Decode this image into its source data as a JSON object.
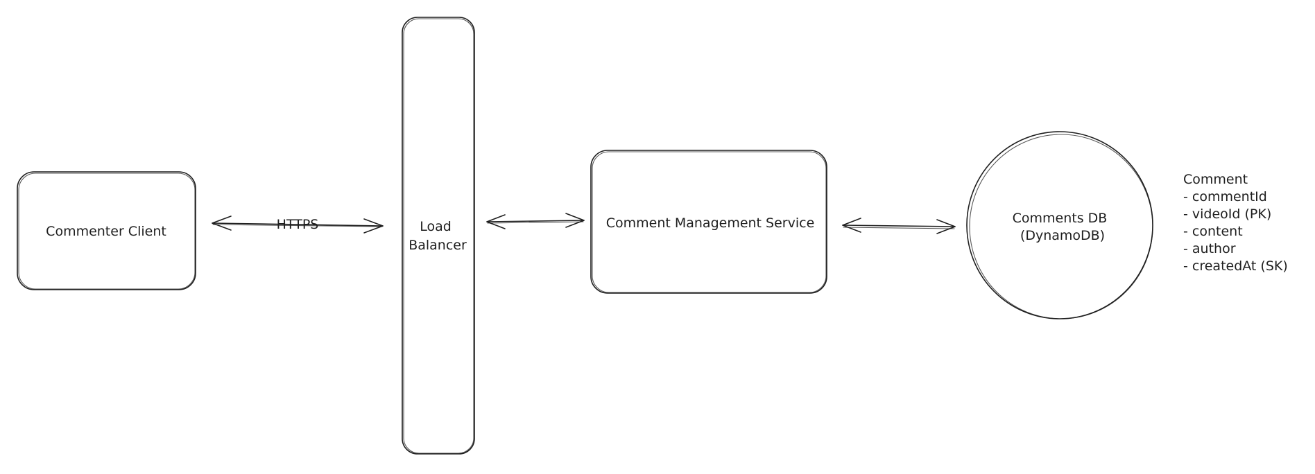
{
  "diagram": {
    "nodes": {
      "client": {
        "label": "Commenter Client"
      },
      "load_balancer": {
        "label_line1": "Load",
        "label_line2": "Balancer"
      },
      "service": {
        "label": "Comment Management Service"
      },
      "database": {
        "label_line1": "Comments DB",
        "label_line2": "(DynamoDB)"
      }
    },
    "edges": {
      "client_to_lb": {
        "label": "HTTPS",
        "bidirectional": true
      },
      "lb_to_service": {
        "label": "",
        "bidirectional": true
      },
      "service_to_db": {
        "label": "",
        "bidirectional": true
      }
    },
    "schema": {
      "title": "Comment",
      "fields": [
        "- commentId",
        "- videoId (PK)",
        "- content",
        "- author",
        "- createdAt (SK)"
      ]
    }
  }
}
